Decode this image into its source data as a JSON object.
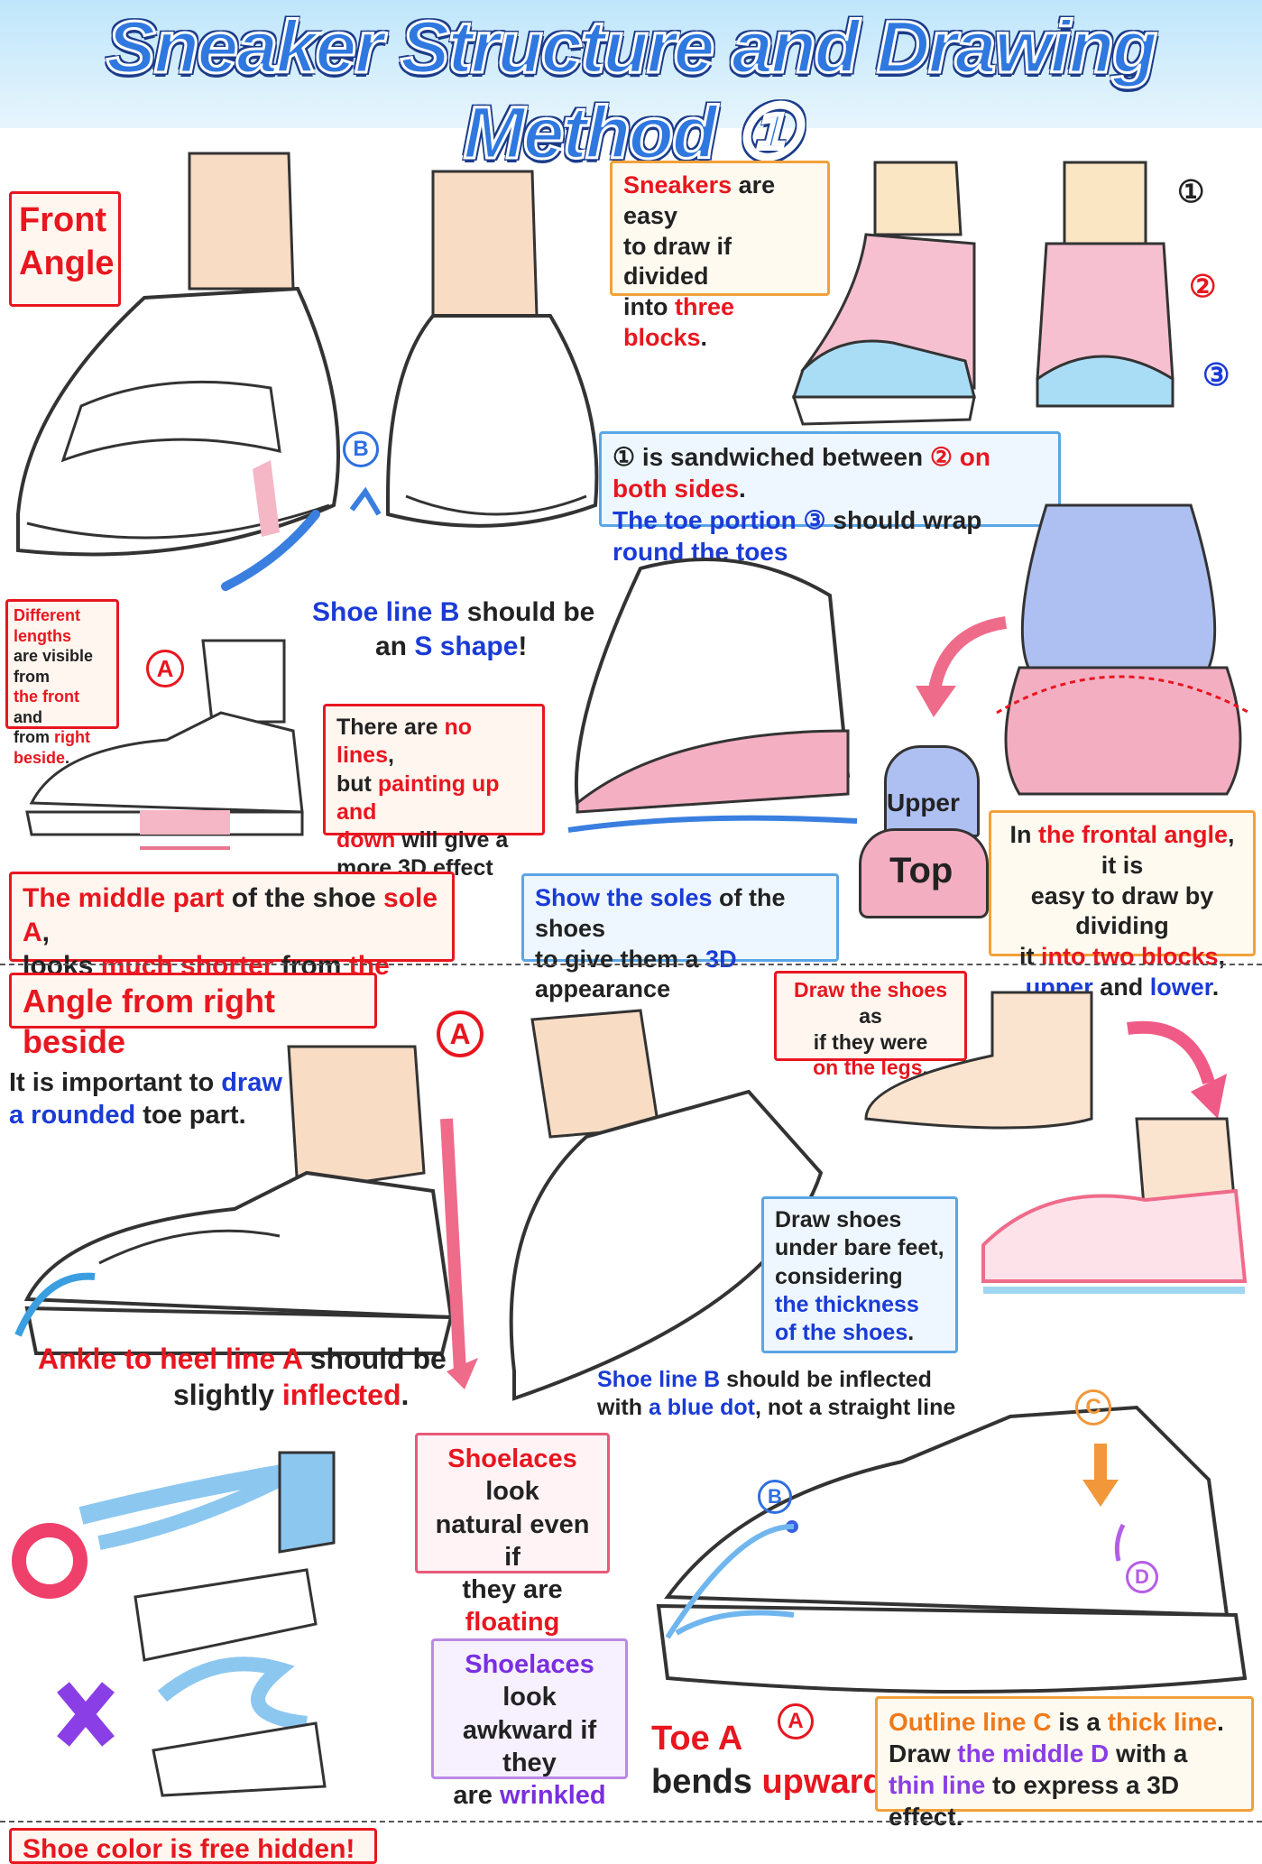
{
  "title": "Sneaker Structure and Drawing Method ①",
  "colors": {
    "red": "#e8161f",
    "blue": "#1a3bd6",
    "pink": "#f3a7bd",
    "light_blue": "#a8d8f5",
    "orange": "#f2a13a",
    "purple": "#9a4fe6"
  },
  "front": {
    "heading": "Front Angle",
    "marker_b": "B",
    "marker_a": "A",
    "three_blocks": {
      "p1": "Sneakers",
      "p2": " are easy",
      "p3": "to draw if divided",
      "p4": "into ",
      "p5": "three blocks",
      "p6": "."
    },
    "num1": "①",
    "num2": "②",
    "num3": "③",
    "sandwich": {
      "l1a": "① is sandwiched between ",
      "l1b": "② on both sides",
      "l1c": ".",
      "l2a": "The toe portion ",
      "l2b": "③",
      " l2c": "",
      "l2d": " should wrap ",
      "l2e": "round the toes"
    },
    "shoe_line_b": {
      "l1a": "Shoe line B",
      "l1b": " should be",
      "l2a": "an ",
      "l2b": "S shape",
      "l2c": "!"
    },
    "lengths": {
      "l1": "Different lengths",
      "l2": "are visible from",
      "l3a": "the front",
      "l3b": " and",
      "l4a": "from ",
      "l4b": "right beside",
      "l4c": "."
    },
    "painting": {
      "l1a": "There are ",
      "l1b": "no lines",
      "l1c": ",",
      "l2a": "but ",
      "l2b": "painting up and",
      "l3a": "down",
      "l3b": " will give a",
      "l4": "more 3D effect"
    },
    "upper_label": "Upper",
    "top_label": "Top",
    "middle_sole": {
      "l1a": "The middle part",
      "l1b": " of the shoe ",
      "l1c": "sole A",
      ",l1d": "",
      "l1e": ",",
      "l2a": "looks ",
      "l2b": "much shorter",
      "l2c": " from ",
      "l2d": "the front",
      "l2e": "."
    },
    "soles": {
      "l1a": "Show the soles",
      "l1b": " of the shoes",
      "l2a": "to give them a ",
      "l2b": "3D",
      "l2c": " appearance"
    },
    "frontal": {
      "l1a": "In ",
      "l1b": "the frontal angle",
      ",l1c": "",
      "l1d": ", it is",
      "l2": "easy to draw by dividing",
      "l3a": "it ",
      "l3b": "into two blocks",
      ",l3c": "",
      "l3d": ",",
      "l4a": "upper",
      "l4b": " and ",
      "l4c": "lower",
      "l4d": "."
    }
  },
  "side": {
    "heading": "Angle from right beside",
    "marker_a": "A",
    "rounded": {
      "l1a": "It is important to ",
      "l1b": "draw",
      "l2a": "a rounded",
      "l2b": " toe part."
    },
    "legs": {
      "l1a": "Draw the shoes",
      "l1b": " as",
      "l2": "if they were",
      "l3a": "on the legs",
      "l3b": "."
    },
    "bare_feet": {
      "l1": "Draw shoes",
      "l2": "under bare feet,",
      "l3": "considering",
      "l4": "the thickness",
      "l5a": "of the shoes",
      "l5b": "."
    },
    "ankle": {
      "l1a": "Ankle to heel line A",
      "l1b": " should be",
      "l2a": "slightly ",
      "l2b": "inflected",
      "l2c": "."
    },
    "shoe_line_b2": {
      "l1a": "Shoe line B",
      "l1b": " should be inflected",
      "l2a": "with ",
      "l2b": "a blue dot",
      "l2c": ", not a straight line"
    },
    "marker_b": "B",
    "marker_c": "C",
    "marker_d": "D",
    "floating": {
      "l1a": "Shoelaces",
      "l1b": " look",
      "l2": "natural even if",
      "l3a": "they are ",
      "l3b": "floating"
    },
    "wrinkled": {
      "l1a": "Shoelaces",
      "l1b": " look",
      "l2": "awkward if they",
      "l3a": "are ",
      "l3b": "wrinkled"
    },
    "toe_a": {
      "l1": "Toe A",
      "l2a": "bends ",
      "l2b": "upward",
      "l2c": "."
    },
    "outline": {
      "l1a": "Outline line C",
      "l1b": " is a ",
      "l1c": "thick line",
      ",l1d": "",
      "l1e": ".",
      "l2a": "Draw ",
      "l2b": "the middle D",
      "l2c": " with a",
      "l3a": "thin line",
      "l3b": " to express a 3D effect."
    },
    "bottom_heading": "Shoe color is free hidden!"
  }
}
